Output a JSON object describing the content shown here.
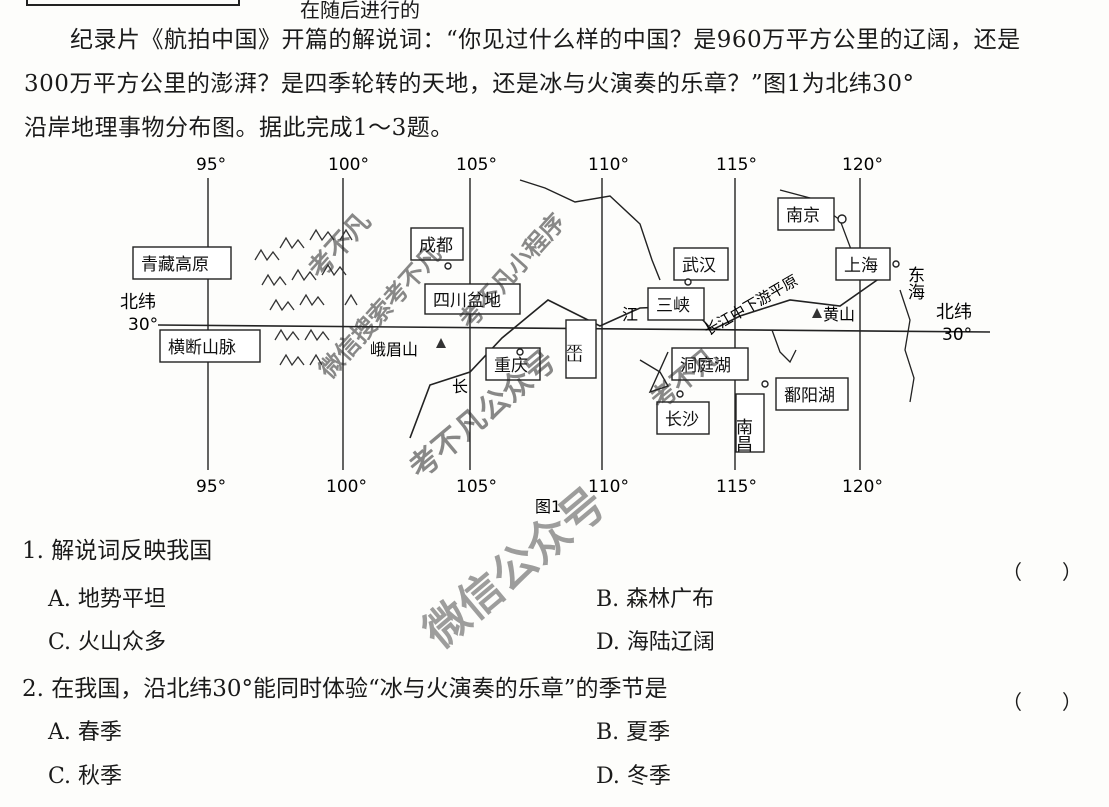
{
  "header": {
    "cut_text": "在随后进行的"
  },
  "passage": {
    "line1": "纪录片《航拍中国》开篇的解说词：“你见过什么样的中国？是960万平方公里的辽阔，还是",
    "line2": "300万平方公里的澎湃？是四季轮转的天地，还是冰与火演奏的乐章？”图1为北纬30°",
    "line3": "沿岸地理事物分布图。据此完成1～3题。"
  },
  "map": {
    "caption": "图1",
    "longitudes_top": [
      "95°",
      "100°",
      "105°",
      "110°",
      "115°",
      "120°"
    ],
    "longitudes_bottom": [
      "95°",
      "100°",
      "105°",
      "110°",
      "115°",
      "120°"
    ],
    "lat_left": [
      "北纬",
      "30°"
    ],
    "lat_right": [
      "北纬",
      "30°"
    ],
    "boxes": {
      "qinghai": "青藏高原",
      "hengduan": "横断山脉",
      "chengdu": "成都",
      "sichuan": "四川盆地",
      "chongqing": "重庆",
      "wushan": "巫山",
      "sanxia": "三峡",
      "wuhan": "武汉",
      "dongting": "洞庭湖",
      "changsha": "长沙",
      "nanchang": "南昌",
      "poyang": "鄱阳湖",
      "nanjing": "南京",
      "shanghai": "上海"
    },
    "labels": {
      "emeishan": "峨眉山",
      "huangshan": "黄山",
      "donghai": "东海",
      "river_chang": "长",
      "river_jiang": "江",
      "plain": "长江中下游平原"
    }
  },
  "watermark": {
    "text1": "考不凡",
    "text2": "微信搜索考不凡",
    "text3": "考不凡小程序",
    "text4": "考不凡公众号",
    "text5": "微信公众号",
    "text6": "考不凡"
  },
  "questions": [
    {
      "stem": "1. 解说词反映我国",
      "paren": "（　　）",
      "options": {
        "A": "A. 地势平坦",
        "B": "B. 森林广布",
        "C": "C. 火山众多",
        "D": "D. 海陆辽阔"
      }
    },
    {
      "stem": "2. 在我国，沿北纬30°能同时体验“冰与火演奏的乐章”的季节是",
      "paren": "（　　）",
      "options": {
        "A": "A. 春季",
        "B": "B. 夏季",
        "C": "C. 秋季",
        "D": "D. 冬季"
      }
    }
  ]
}
